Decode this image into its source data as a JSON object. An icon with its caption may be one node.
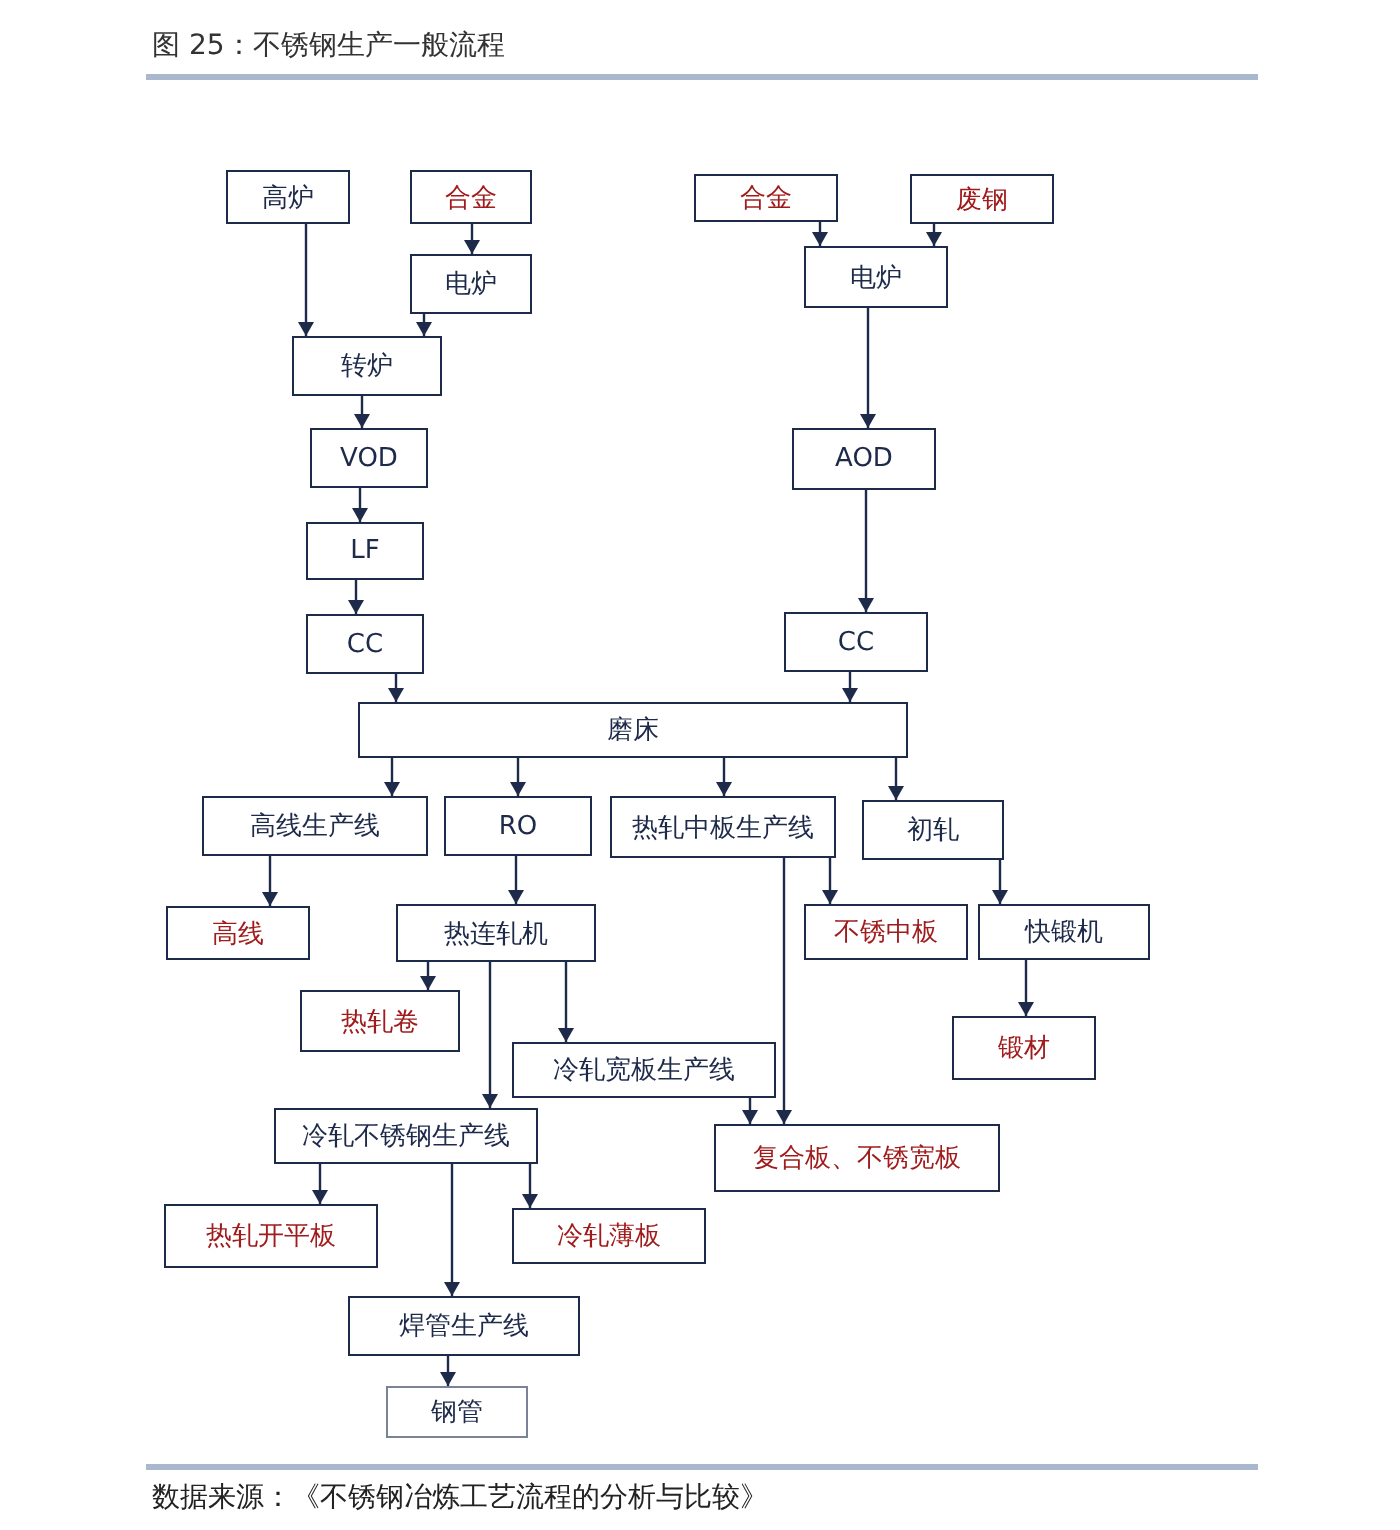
{
  "diagram": {
    "title": "图 25：不锈钢生产一般流程",
    "nodes": [
      {
        "text": [
          "高炉"
        ]
      },
      {
        "text": [
          "合金"
        ]
      },
      {
        "text": [
          "电炉"
        ]
      },
      {
        "text": [
          "转炉"
        ]
      },
      {
        "text": [
          "VOD"
        ]
      },
      {
        "text": [
          "LF"
        ]
      },
      {
        "text": [
          "CC"
        ]
      },
      {
        "text": [
          "合金"
        ]
      },
      {
        "text": [
          "废钢"
        ]
      },
      {
        "text": [
          "电炉"
        ]
      },
      {
        "text": [
          "AOD"
        ]
      },
      {
        "text": [
          "CC"
        ]
      },
      {
        "text": [
          "磨床"
        ]
      },
      {
        "text": [
          "高线生产线"
        ]
      },
      {
        "text": [
          "RO"
        ]
      },
      {
        "text": [
          "热轧中板生产线"
        ]
      },
      {
        "text": [
          "初轧"
        ]
      },
      {
        "text": [
          "高线"
        ]
      },
      {
        "text": [
          "热连轧机"
        ]
      },
      {
        "text": [
          "不锈中板"
        ]
      },
      {
        "text": [
          "快锻机"
        ]
      },
      {
        "text": [
          "热轧卷"
        ]
      },
      {
        "text": [
          "锻材"
        ]
      },
      {
        "text": [
          "冷轧宽板生产线"
        ]
      },
      {
        "text": [
          "冷轧不锈钢生产线"
        ]
      },
      {
        "text": [
          "复合板、不锈宽板"
        ]
      },
      {
        "text": [
          "热轧开平板"
        ]
      },
      {
        "text": [
          "冷轧薄板"
        ]
      },
      {
        "text": [
          "焊管生产线"
        ]
      },
      {
        "text": [
          "钢管"
        ]
      }
    ],
    "edges": [
      {
        "from": 0,
        "to": 3,
        "arrow": "to"
      },
      {
        "from": 1,
        "to": 2,
        "arrow": "to"
      },
      {
        "from": 2,
        "to": 3,
        "arrow": "to"
      },
      {
        "from": 3,
        "to": 4,
        "arrow": "to"
      },
      {
        "from": 4,
        "to": 5,
        "arrow": "to"
      },
      {
        "from": 5,
        "to": 6,
        "arrow": "to"
      },
      {
        "from": 6,
        "to": 12,
        "arrow": "to"
      },
      {
        "from": 7,
        "to": 9,
        "arrow": "to"
      },
      {
        "from": 8,
        "to": 9,
        "arrow": "to"
      },
      {
        "from": 9,
        "to": 10,
        "arrow": "to"
      },
      {
        "from": 10,
        "to": 11,
        "arrow": "to"
      },
      {
        "from": 11,
        "to": 12,
        "arrow": "to"
      },
      {
        "from": 12,
        "to": 13,
        "arrow": "to"
      },
      {
        "from": 12,
        "to": 14,
        "arrow": "to"
      },
      {
        "from": 12,
        "to": 15,
        "arrow": "to"
      },
      {
        "from": 12,
        "to": 16,
        "arrow": "to"
      },
      {
        "from": 13,
        "to": 17,
        "arrow": "to"
      },
      {
        "from": 14,
        "to": 18,
        "arrow": "to"
      },
      {
        "from": 15,
        "to": 19,
        "arrow": "to"
      },
      {
        "from": 15,
        "to": 25,
        "arrow": "to"
      },
      {
        "from": 16,
        "to": 20,
        "arrow": "to"
      },
      {
        "from": 18,
        "to": 21,
        "arrow": "to"
      },
      {
        "from": 18,
        "to": 23,
        "arrow": "to"
      },
      {
        "from": 18,
        "to": 24,
        "arrow": "to"
      },
      {
        "from": 23,
        "to": 25,
        "arrow": "to"
      },
      {
        "from": 24,
        "to": 26,
        "arrow": "to"
      },
      {
        "from": 24,
        "to": 27,
        "arrow": "to"
      },
      {
        "from": 24,
        "to": 28,
        "arrow": "to"
      },
      {
        "from": 28,
        "to": 29,
        "arrow": "to"
      },
      {
        "from": 20,
        "to": 22,
        "arrow": "to"
      }
    ],
    "caption": "数据来源：《不锈钢冶炼工艺流程的分析与比较》"
  }
}
